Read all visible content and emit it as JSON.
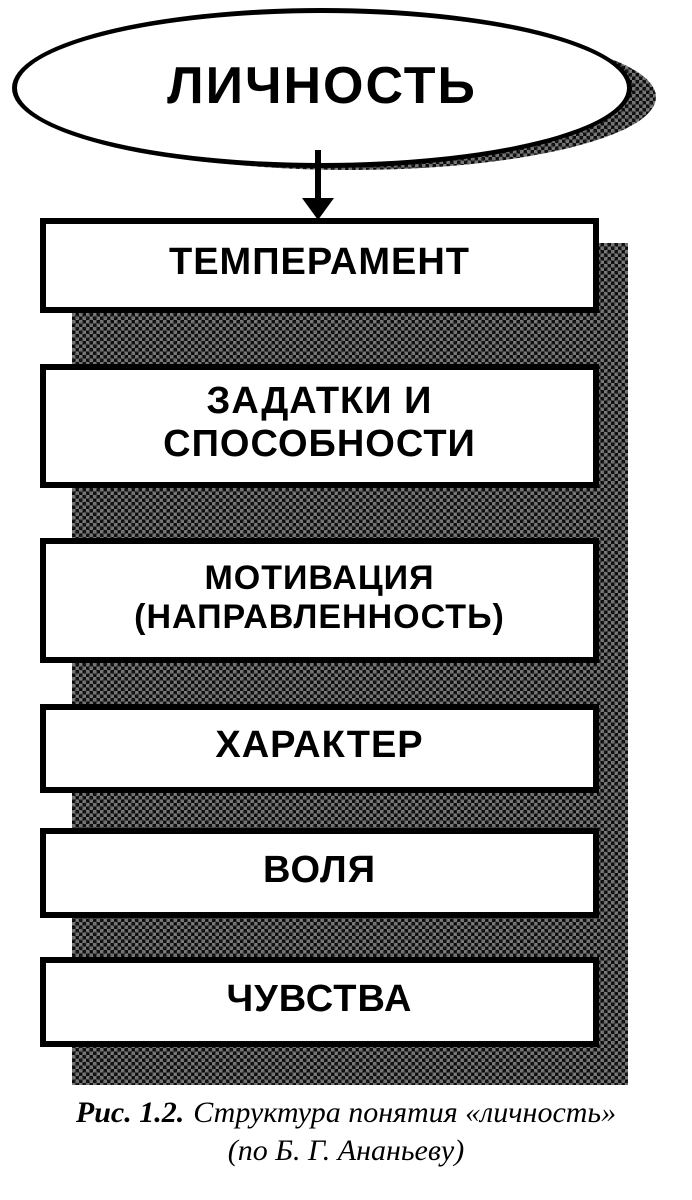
{
  "diagram": {
    "root": {
      "label": "ЛИЧНОСТЬ"
    },
    "boxes": [
      {
        "label": "ТЕМПЕРАМЕНТ"
      },
      {
        "label": "ЗАДАТКИ И\nСПОСОБНОСТИ"
      },
      {
        "label": "МОТИВАЦИЯ\n(НАПРАВЛЕННОСТЬ)"
      },
      {
        "label": "ХАРАКТЕР"
      },
      {
        "label": "ВОЛЯ"
      },
      {
        "label": "ЧУВСТВА"
      }
    ]
  },
  "caption": {
    "figure_label": "Рис. 1.2.",
    "title": "Структура понятия «личность»",
    "subtitle": "(по Б. Г. Ананьеву)"
  },
  "colors": {
    "ink": "#000000",
    "paper": "#ffffff",
    "texture_dark": "#141414",
    "texture_light": "#707070"
  }
}
